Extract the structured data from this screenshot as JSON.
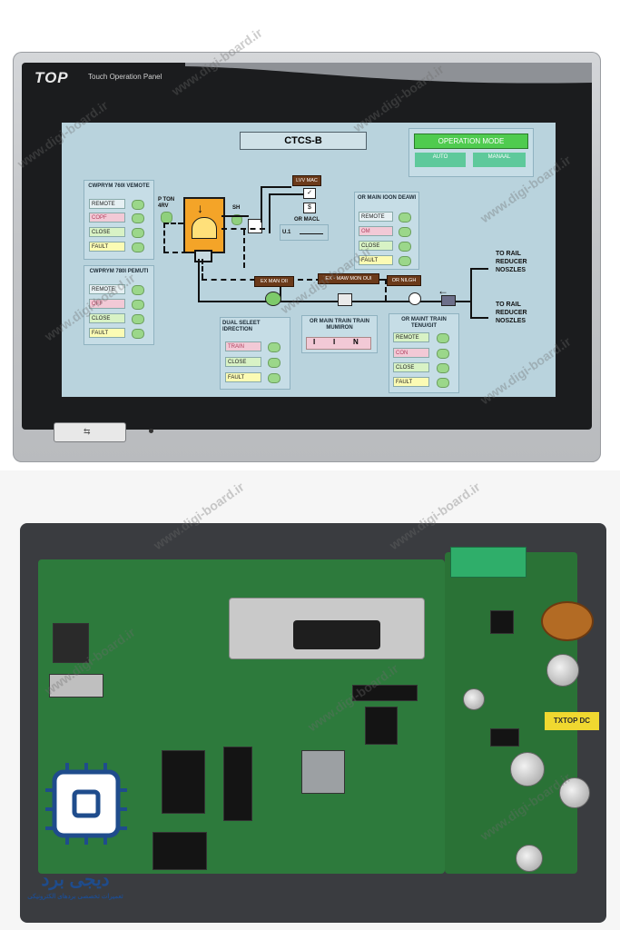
{
  "device": {
    "brand": "TOP",
    "subtitle": "Touch Operation Panel",
    "usb_glyph": "⇆"
  },
  "hmi": {
    "title": "CTCS-B",
    "operation_mode": {
      "header": "OPERATION MODE",
      "auto": "AUTO",
      "manual": "MANAAL"
    },
    "panel_left_top": {
      "title": "CWPRYM 760I VEMOTE",
      "items": [
        "REMOTE",
        "COPF",
        "CLOSE",
        "FAULT"
      ]
    },
    "panel_left_bottom": {
      "title": "CWPRYM 780I PEMUTI",
      "items": [
        "REMOTE",
        "OFF",
        "CLOSE",
        "FAULT"
      ]
    },
    "panel_right_top": {
      "title": "OR MAIN IOON DEAWI",
      "items": [
        "REMOTE",
        "OM",
        "CLOSE",
        "FAULT"
      ]
    },
    "panel_dual": {
      "title": "DUAL SELEET IDRECTION",
      "items": [
        "TRAIN",
        "CLOSE",
        "FAULT"
      ]
    },
    "panel_train": {
      "title": "OR MAIN TRAIN TRAIN MUMIRON",
      "values": [
        "I",
        "I",
        "N"
      ]
    },
    "panel_right_bottom": {
      "title": "OR MAINT TRAIN TENU/GIT",
      "items": [
        "REMOTE",
        "CON",
        "CLOSE",
        "FAULT"
      ]
    },
    "labels": {
      "p_ton": "P TON 4RV",
      "sh": "SH",
      "lvv_mac": "LVV MAC",
      "or_macl": "OR MACL",
      "u1": "U.1",
      "ex_man": "EX MAN OII",
      "ex_maw": "EX - MAW MON OUI",
      "or_nilgh": "OR NILGH",
      "rail_1": "TO RAIL REDUCER NOSZLES",
      "rail_2": "TO RAIL REDUCER NOSZLES",
      "gauge": "✓",
      "dollar": "$"
    }
  },
  "pcb": {
    "sticker": "TXTOP DC",
    "logo_text": "دیجی برد",
    "logo_sub": "تعمیرات تخصصی بردهای الکترونیکی"
  },
  "watermark": "www.digi-board.ir"
}
